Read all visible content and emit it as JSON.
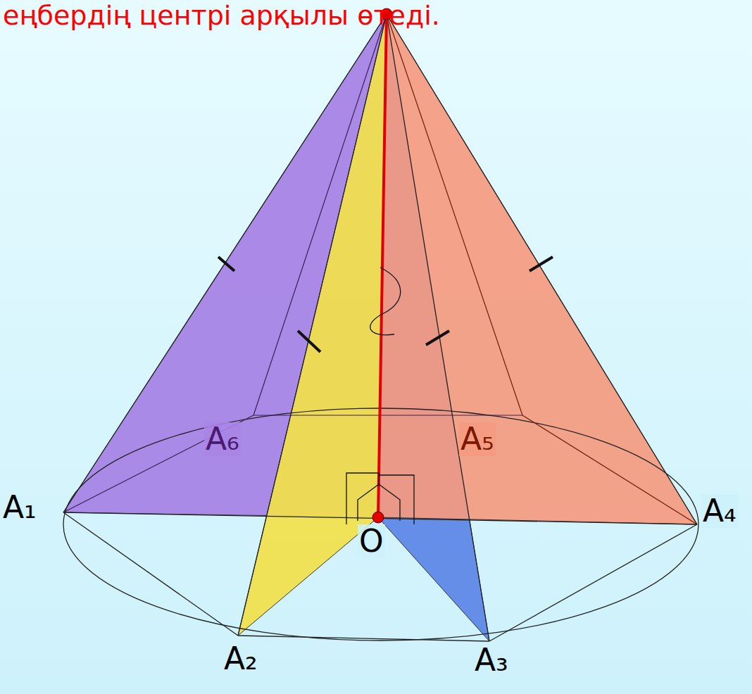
{
  "diagram": {
    "labels": [
      "еңбердің центрі арқылы өтеді.",
      "A₁",
      "A₂",
      "A₃",
      "A₄",
      "A₅",
      "A₆",
      "O"
    ]
  }
}
